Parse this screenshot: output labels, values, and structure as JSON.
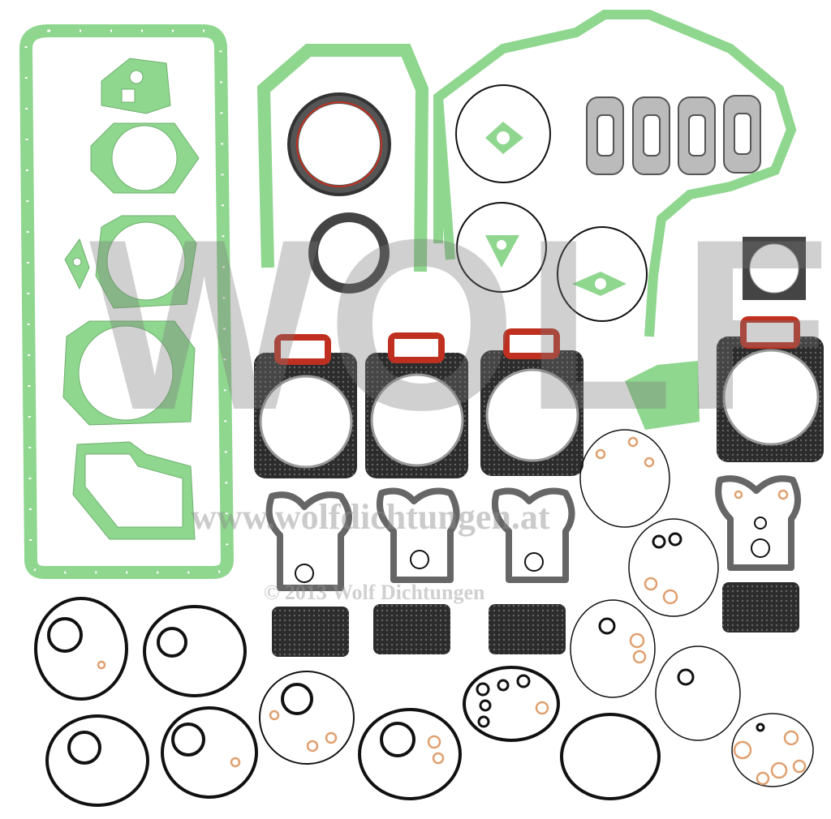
{
  "watermark": {
    "logo": "WOLF",
    "url": "www.wolfdichtungen.at",
    "copyright": "© 2013 Wolf Dichtungen"
  },
  "colors": {
    "green_gasket": "#8fd68f",
    "dark_gasket": "#2a2a2a",
    "grey_gasket": "#777777",
    "copper": "#e0a070",
    "red_seal": "#c03020"
  }
}
